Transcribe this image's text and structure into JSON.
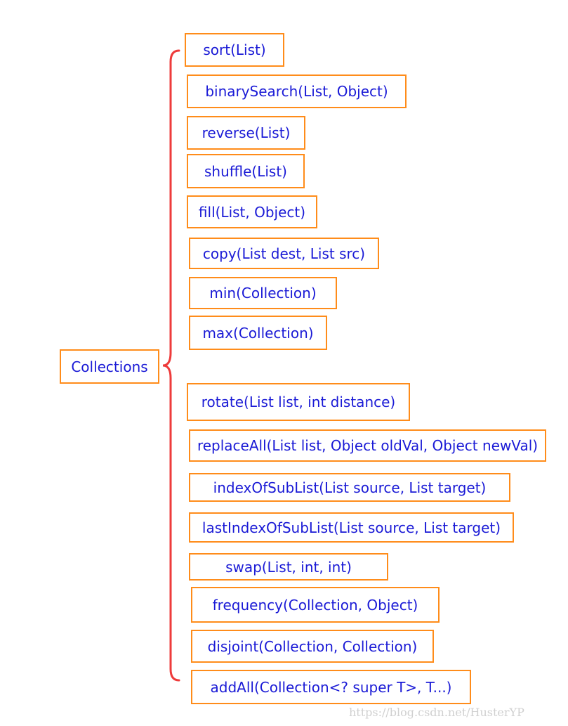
{
  "root": {
    "label": "Collections"
  },
  "methods": [
    "sort(List)",
    "binarySearch(List, Object)",
    "reverse(List)",
    "shuffle(List)",
    "fill(List, Object)",
    "copy(List dest, List src)",
    "min(Collection)",
    "max(Collection)",
    "rotate(List list, int distance)",
    "replaceAll(List list, Object oldVal, Object newVal)",
    "indexOfSubList(List source, List target)",
    "lastIndexOfSubList(List source, List target)",
    "swap(List, int, int)",
    "frequency(Collection, Object)",
    "disjoint(Collection, Collection)",
    "addAll(Collection<? super T>, T...)"
  ],
  "watermark": "https://blog.csdn.net/HusterYP",
  "colors": {
    "box_border": "#ff8c1a",
    "text": "#1a1ad6",
    "brace": "#ee3b3b",
    "watermark": "#d0d0d0"
  }
}
